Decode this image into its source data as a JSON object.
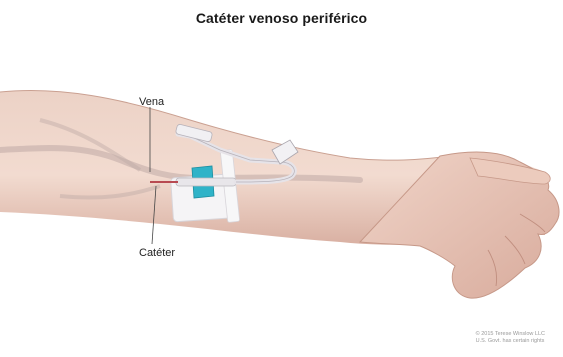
{
  "figure": {
    "title": "Catéter venoso periférico",
    "labels": {
      "vein": "Vena",
      "catheter": "Catéter"
    },
    "copyright": {
      "line1": "© 2015 Terese Winslow LLC",
      "line2": "U.S. Govt. has certain rights"
    },
    "colors": {
      "skin": "#f1d6c9",
      "skin_shadow": "#dbb2a3",
      "vein": "#c9b8b5",
      "hub_blue": "#2fb3c8",
      "catheter_red": "#b84a52",
      "tape": "#f5f4f6"
    }
  }
}
